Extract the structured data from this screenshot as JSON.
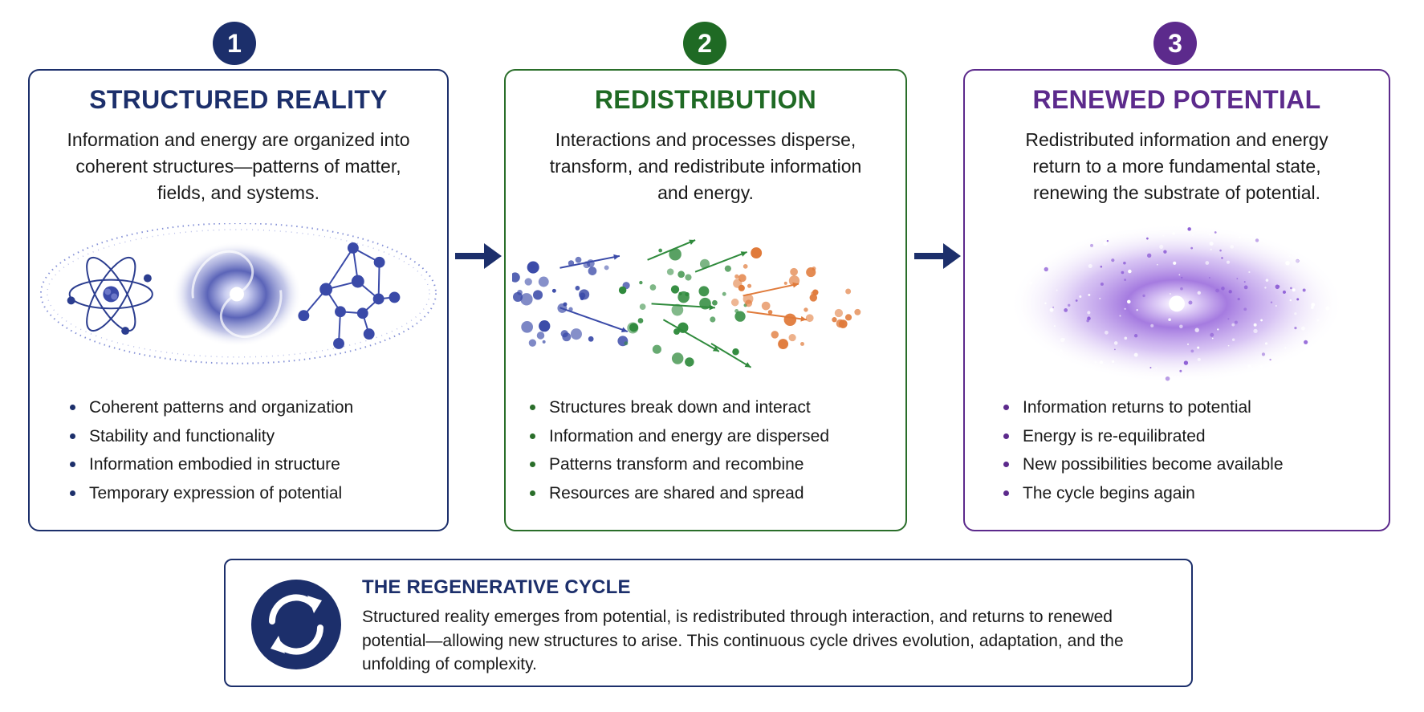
{
  "colors": {
    "blue": "#1c2f6b",
    "green": "#2a6e2a",
    "purple": "#5c2a8c",
    "orange": "#e07a3a"
  },
  "stages": [
    {
      "number": "1",
      "title": "STRUCTURED REALITY",
      "description": "Information and energy are organized into coherent structures—patterns of matter, fields, and systems.",
      "illustration": "atom-galaxy-network",
      "bullets": [
        "Coherent patterns and organization",
        "Stability and functionality",
        "Information embodied in structure",
        "Temporary expression of potential"
      ]
    },
    {
      "number": "2",
      "title": "REDISTRIBUTION",
      "description": "Interactions and processes disperse, transform, and redistribute information and energy.",
      "illustration": "dispersing-particles",
      "bullets": [
        "Structures break down and interact",
        "Information and energy are dispersed",
        "Patterns transform and recombine",
        "Resources are shared and spread"
      ]
    },
    {
      "number": "3",
      "title": "RENEWED POTENTIAL",
      "description": "Redistributed information and energy return to a more fundamental state, renewing the substrate of potential.",
      "illustration": "glowing-cloud",
      "bullets": [
        "Information returns to potential",
        "Energy is re-equilibrated",
        "New possibilities become available",
        "The cycle begins again"
      ]
    }
  ],
  "cycle": {
    "icon": "cycle-arrows-icon",
    "title": "THE REGENERATIVE CYCLE",
    "text": "Structured reality emerges from potential, is redistributed through interaction, and returns to renewed potential—allowing new structures to arise. This continuous cycle drives evolution, adaptation, and the unfolding of complexity."
  }
}
